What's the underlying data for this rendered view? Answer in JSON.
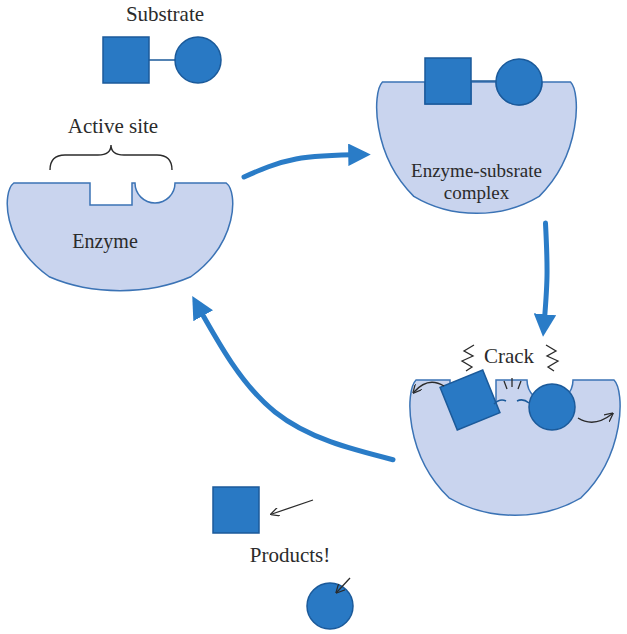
{
  "diagram": {
    "nodes": [
      {
        "text": [
          "Substrate"
        ]
      },
      {
        "text": [
          "Enzyme"
        ]
      },
      {
        "text": [
          "Enzyme-subsrate complex"
        ]
      },
      {
        "text": [
          "Crack"
        ]
      }
    ],
    "edges": [
      {
        "from": 1,
        "to": 2,
        "arrow": "to"
      },
      {
        "from": 2,
        "to": 3,
        "arrow": "to"
      },
      {
        "from": 3,
        "to": 1,
        "arrow": "to"
      }
    ],
    "labels": [
      "Active site",
      "Products!"
    ]
  }
}
